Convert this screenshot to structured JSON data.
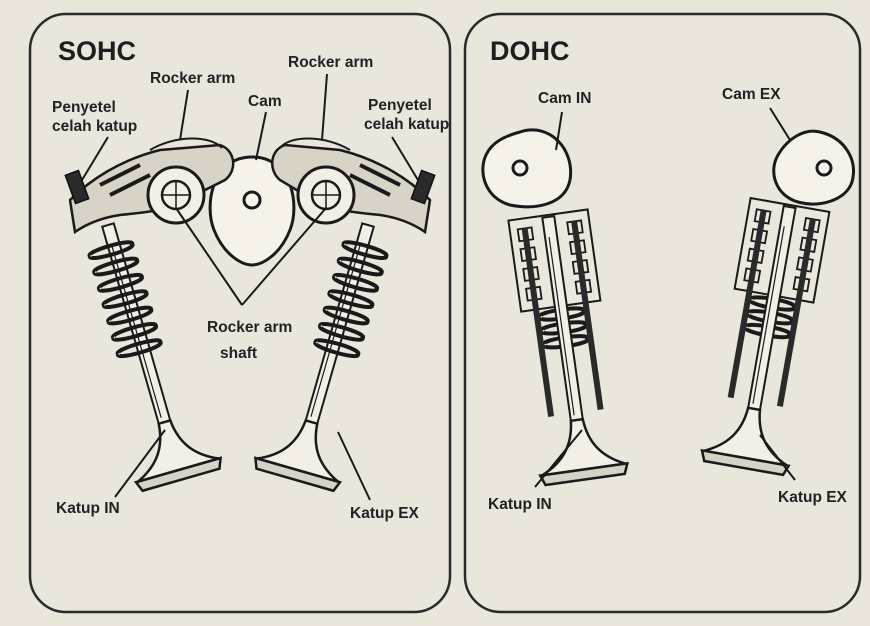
{
  "colors": {
    "paper": "#ebe6dc",
    "ink": "#1a1a1a",
    "frame": "#2b2b2b"
  },
  "sohc": {
    "title": "SOHC",
    "labels": {
      "rocker_arm_left": "Rocker arm",
      "rocker_arm_right": "Rocker arm",
      "cam": "Cam",
      "adjuster_left_line1": "Penyetel",
      "adjuster_left_line2": "celah katup",
      "adjuster_right_line1": "Penyetel",
      "adjuster_right_line2": "celah katup",
      "rocker_shaft_line1": "Rocker arm",
      "rocker_shaft_line2": "shaft",
      "valve_in": "Katup IN",
      "valve_ex": "Katup EX"
    }
  },
  "dohc": {
    "title": "DOHC",
    "labels": {
      "cam_in": "Cam IN",
      "cam_ex": "Cam EX",
      "valve_in": "Katup IN",
      "valve_ex": "Katup EX"
    }
  }
}
